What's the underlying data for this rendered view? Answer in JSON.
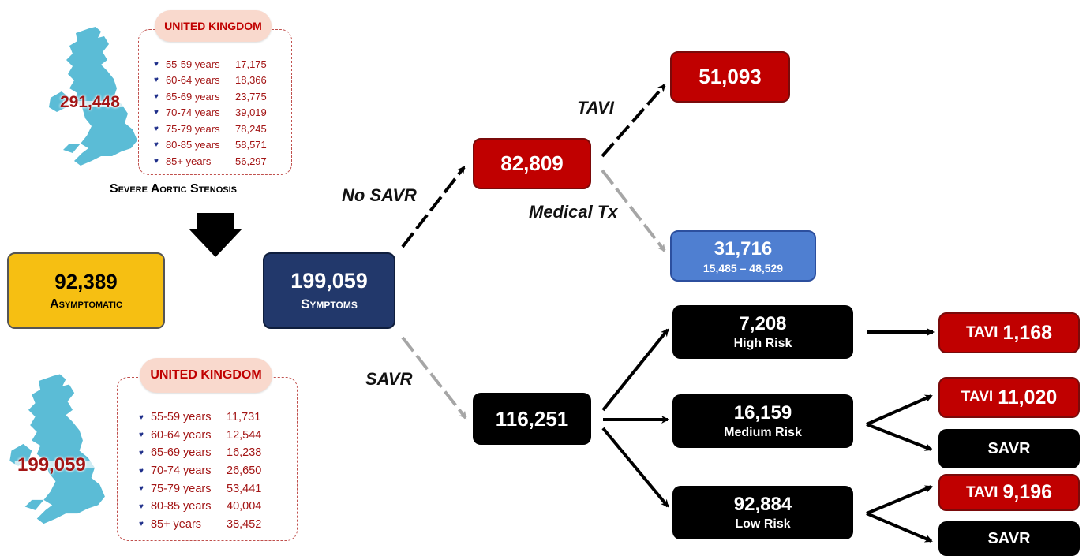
{
  "uk_top": {
    "total": "291,448",
    "title": "UNITED KINGDOM",
    "rows": [
      {
        "age": "55-59 years",
        "value": "17,175"
      },
      {
        "age": "60-64 years",
        "value": "18,366"
      },
      {
        "age": "65-69 years",
        "value": "23,775"
      },
      {
        "age": "70-74 years",
        "value": "39,019"
      },
      {
        "age": "75-79 years",
        "value": "78,245"
      },
      {
        "age": "80-85 years",
        "value": "58,571"
      },
      {
        "age": "85+ years",
        "value": "56,297"
      }
    ],
    "caption": "Severe Aortic Stenosis"
  },
  "uk_bottom": {
    "total": "199,059",
    "title": "UNITED KINGDOM",
    "rows": [
      {
        "age": "55-59 years",
        "value": "11,731"
      },
      {
        "age": "60-64 years",
        "value": "12,544"
      },
      {
        "age": "65-69 years",
        "value": "16,238"
      },
      {
        "age": "70-74 years",
        "value": "26,650"
      },
      {
        "age": "75-79 years",
        "value": "53,441"
      },
      {
        "age": "80-85 years",
        "value": "40,004"
      },
      {
        "age": "85+ years",
        "value": "38,452"
      }
    ]
  },
  "asymptomatic": {
    "value": "92,389",
    "label": "Asymptomatic"
  },
  "symptoms": {
    "value": "199,059",
    "label": "Symptoms"
  },
  "branch_labels": {
    "no_savr": "No SAVR",
    "savr": "SAVR",
    "tavi": "TAVI",
    "medical": "Medical Tx"
  },
  "no_savr_box": {
    "value": "82,809"
  },
  "tavi_box": {
    "value": "51,093"
  },
  "medical_box": {
    "value": "31,716",
    "range": "15,485 – 48,529"
  },
  "savr_box": {
    "value": "116,251"
  },
  "high_risk": {
    "value": "7,208",
    "label": "High Risk"
  },
  "medium_risk": {
    "value": "16,159",
    "label": "Medium Risk"
  },
  "low_risk": {
    "value": "92,884",
    "label": "Low Risk"
  },
  "outcomes": {
    "high_tavi": {
      "prefix": "TAVI",
      "value": "1,168"
    },
    "medium_tavi": {
      "prefix": "TAVI",
      "value": "11,020"
    },
    "medium_savr": "SAVR",
    "low_tavi": {
      "prefix": "TAVI",
      "value": "9,196"
    },
    "low_savr": "SAVR"
  },
  "colors": {
    "red": "#c00000",
    "navy": "#22386b",
    "blue": "#4f7fd1",
    "yellow": "#f6bf12",
    "map": "#5bbcd6"
  }
}
